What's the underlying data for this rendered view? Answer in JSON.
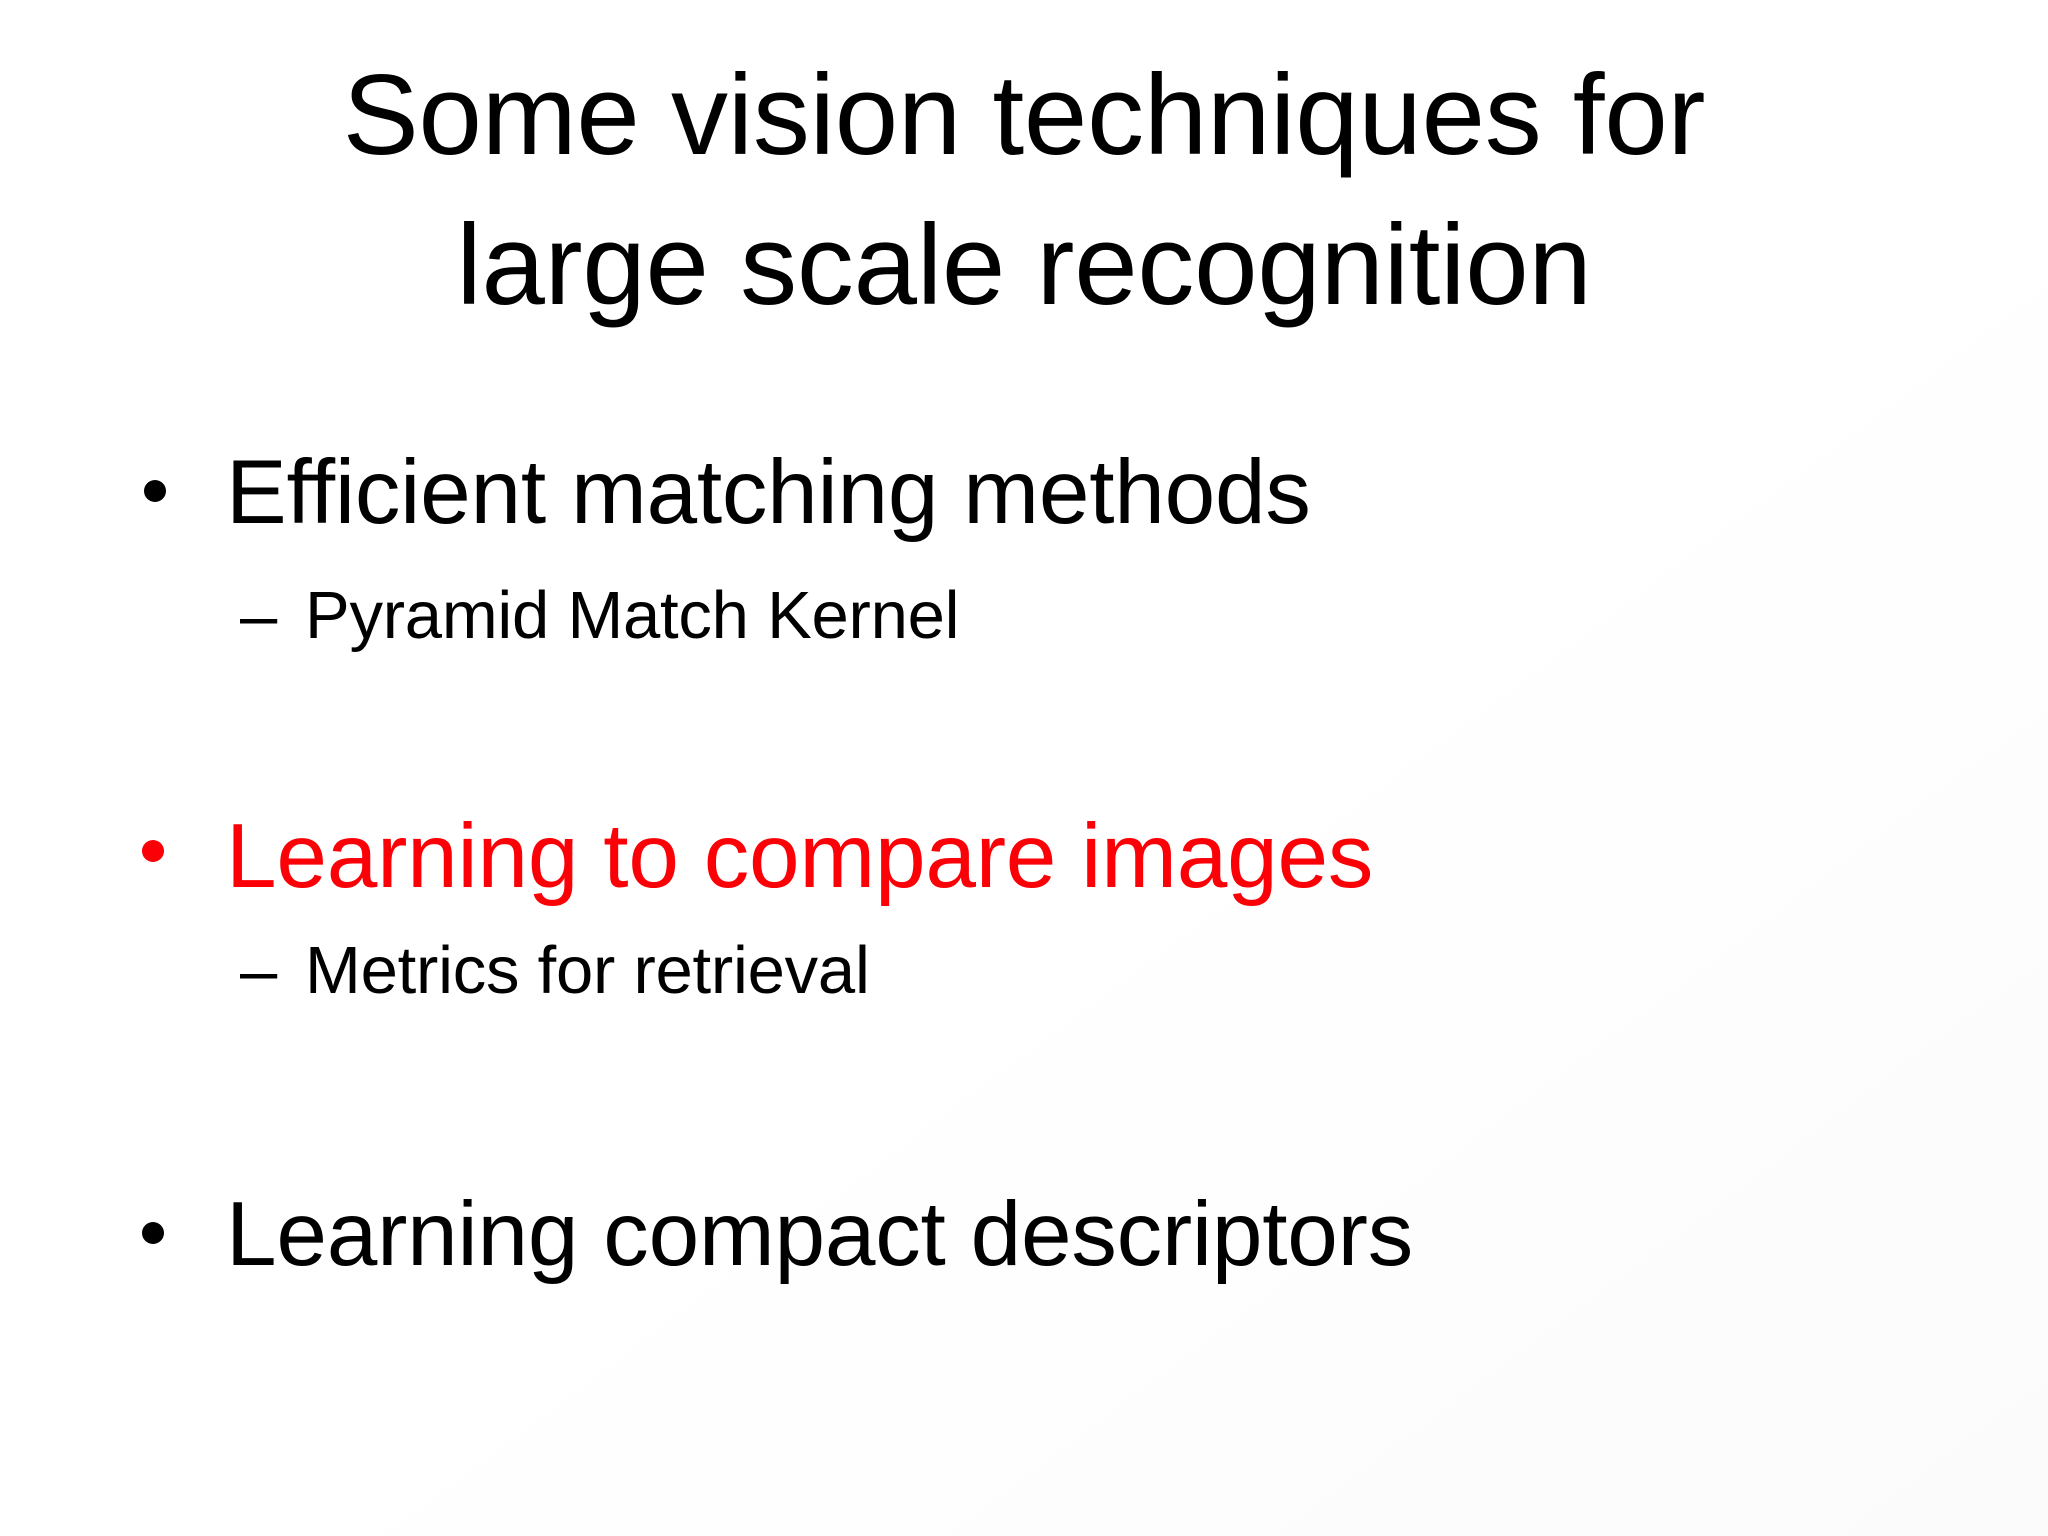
{
  "slide": {
    "title": {
      "line1": "Some vision techniques for",
      "line2": "large scale recognition"
    },
    "bullets": [
      {
        "level": 1,
        "text": "Efficient matching methods",
        "color": "#000000"
      },
      {
        "level": 2,
        "text": "Pyramid Match Kernel",
        "dash": "–"
      },
      {
        "level": 1,
        "text": "Learning to compare images",
        "color": "#fb0006"
      },
      {
        "level": 2,
        "text": "Metrics for retrieval",
        "dash": "–"
      },
      {
        "level": 1,
        "text": "Learning compact descriptors",
        "color": "#000000"
      }
    ],
    "colors": {
      "background": "#ffffff",
      "text": "#000000",
      "accent_red": "#fb0006"
    }
  }
}
